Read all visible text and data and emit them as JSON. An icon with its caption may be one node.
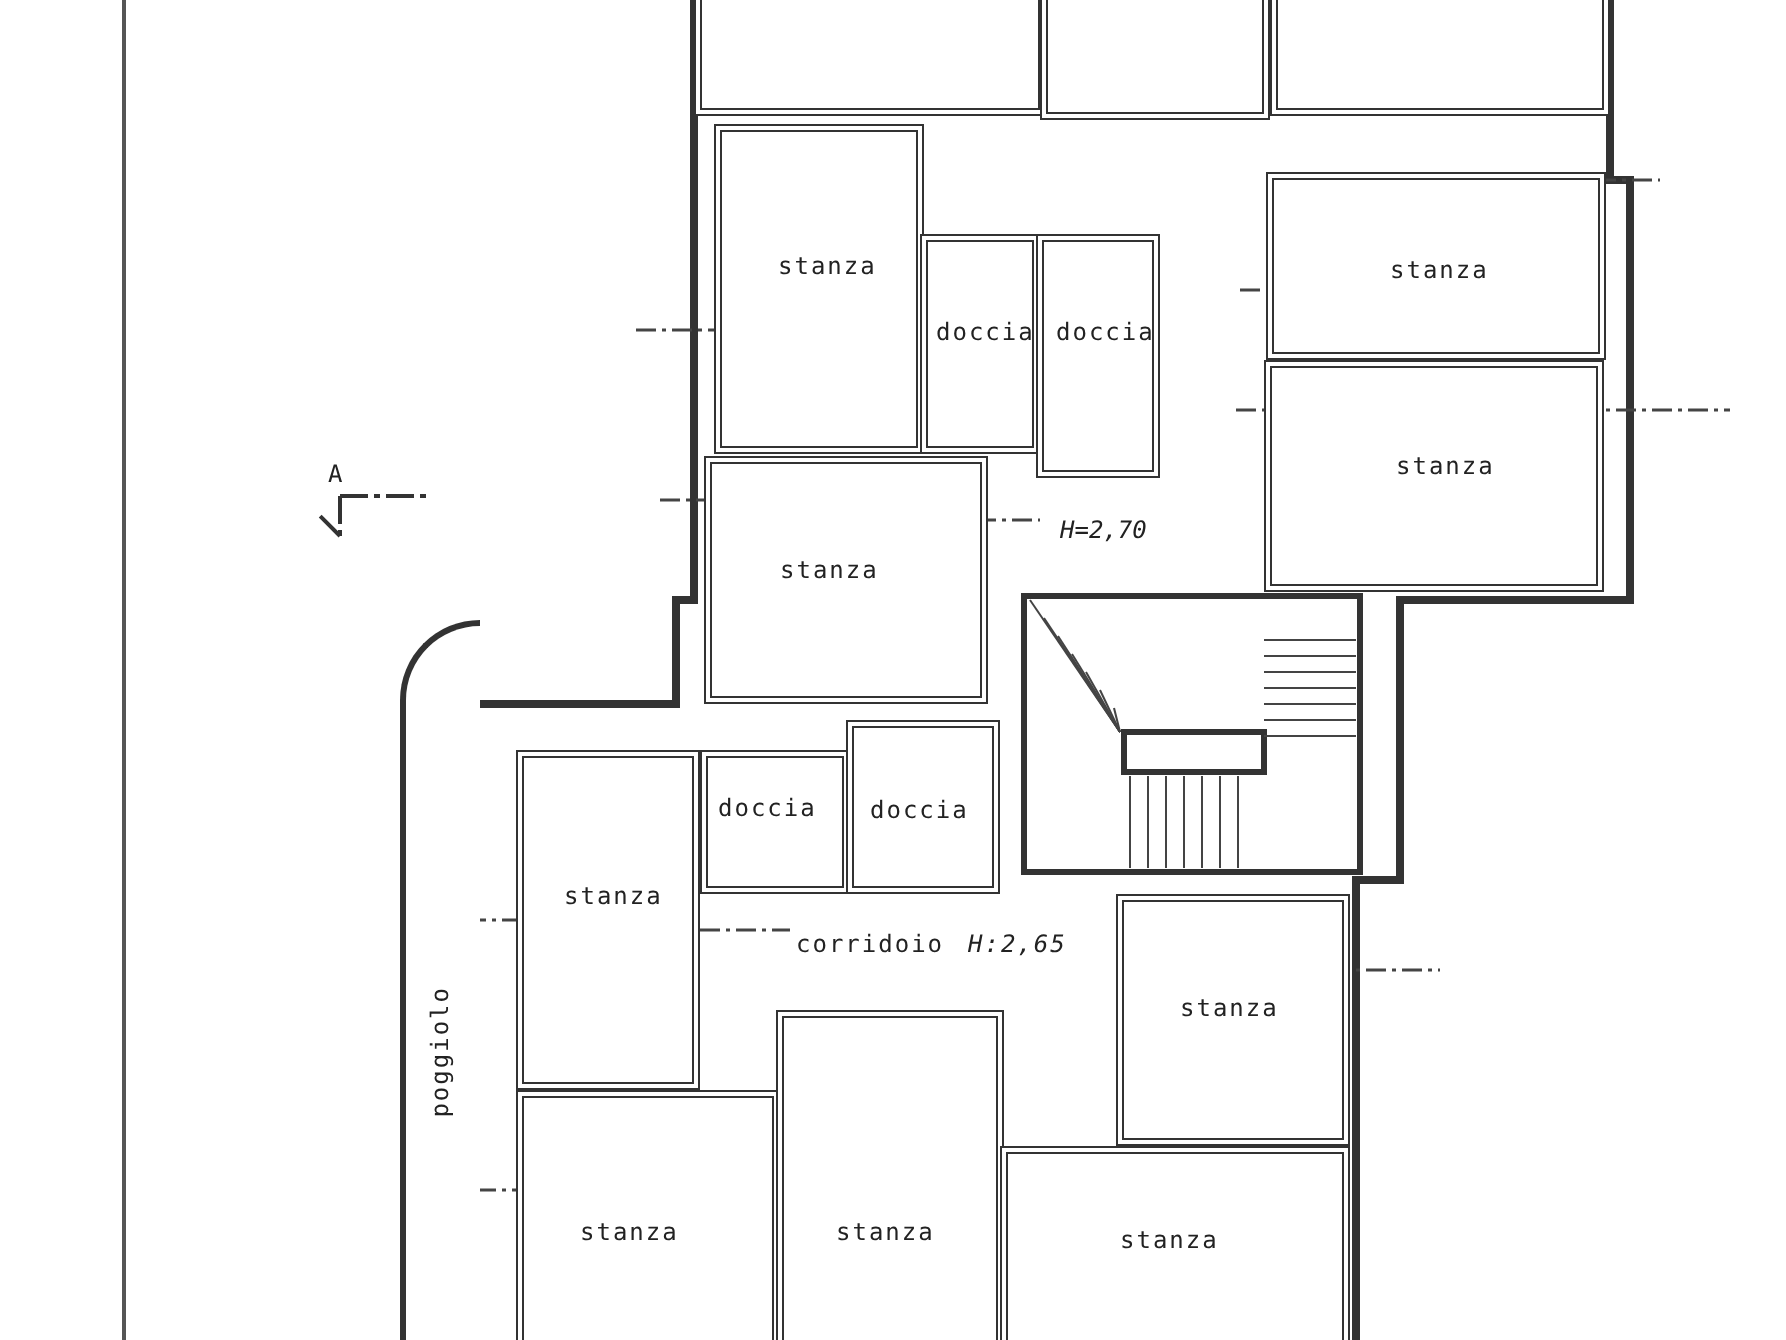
{
  "diagram": {
    "nodes": [
      {
        "text": [],
        "shape": "box"
      },
      {
        "text": [],
        "shape": "box"
      },
      {
        "text": [],
        "shape": "box"
      },
      {
        "text": [
          "stanza"
        ]
      },
      {
        "text": [
          "doccia"
        ]
      },
      {
        "text": [
          "doccia"
        ]
      },
      {
        "text": [
          "stanza"
        ]
      },
      {
        "text": [
          "stanza"
        ]
      },
      {
        "text": [
          "stanza"
        ]
      },
      {
        "text": [
          "doccia"
        ]
      },
      {
        "text": [
          "doccia"
        ]
      },
      {
        "text": [
          "stanza"
        ]
      },
      {
        "text": [
          "corridoio",
          "H:2,65"
        ]
      },
      {
        "text": [
          "stanza"
        ]
      },
      {
        "text": [
          "poggiolo"
        ]
      },
      {
        "text": [
          "stanza"
        ]
      },
      {
        "text": [
          "stanza"
        ]
      },
      {
        "text": [
          "stanza"
        ]
      }
    ],
    "edges": [],
    "labels": [
      "A",
      "H=2,70"
    ]
  }
}
